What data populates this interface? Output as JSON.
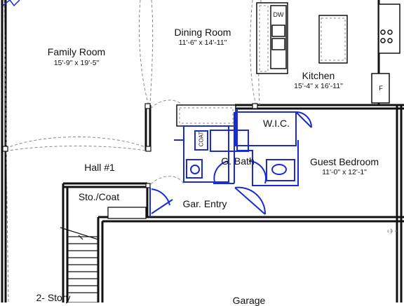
{
  "rooms": {
    "family_room": {
      "name": "Family Room",
      "dims": "15'-9\" x 19'-5\""
    },
    "dining_room": {
      "name": "Dining Room",
      "dims": "11'-6\" x 14'-11\""
    },
    "kitchen": {
      "name": "Kitchen",
      "dims": "15'-4\" x 16'-11\""
    },
    "wic": {
      "name": "W.I.C."
    },
    "g_bath": {
      "name": "G. Bath"
    },
    "guest_bedroom": {
      "name": "Guest Bedroom",
      "dims": "11'-0\" x 12'-1\""
    },
    "hall": {
      "name": "Hall #1"
    },
    "sto_coat": {
      "name": "Sto./Coat"
    },
    "gar_entry": {
      "name": "Gar. Entry"
    },
    "two_story": {
      "name": "2- Story"
    },
    "garage": {
      "name": "Garage"
    }
  },
  "fixtures": {
    "dishwasher": "DW",
    "fridge": "F",
    "coat": "COAT"
  },
  "colors": {
    "wall": "#111111",
    "highlight": "#1a2bd6",
    "dashed": "#888888"
  }
}
